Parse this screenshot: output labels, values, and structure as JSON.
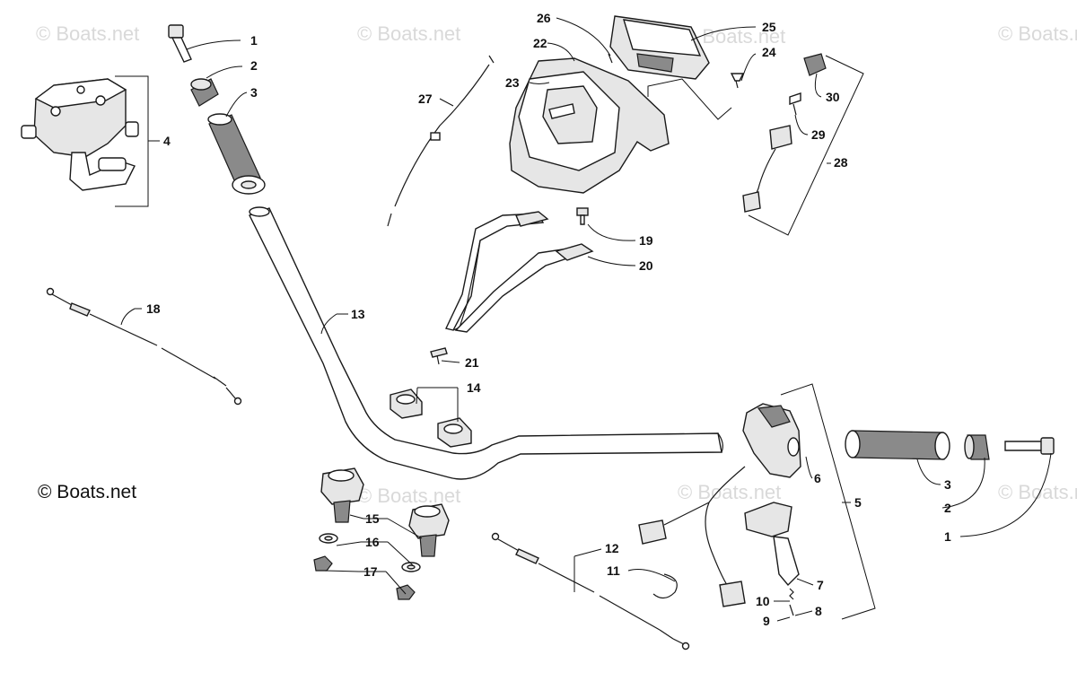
{
  "watermark_text": "© Boats.net",
  "copyright_label": "© Boats.net",
  "callouts": [
    "1",
    "2",
    "3",
    "4",
    "1",
    "2",
    "3",
    "5",
    "6",
    "7",
    "8",
    "9",
    "10",
    "11",
    "12",
    "13",
    "14",
    "15",
    "16",
    "17",
    "18",
    "19",
    "20",
    "21",
    "22",
    "23",
    "24",
    "25",
    "26",
    "27",
    "28",
    "29",
    "30"
  ],
  "colors": {
    "line": "#1a1a1a",
    "watermark": "#d9d9d9",
    "background": "#ffffff"
  }
}
